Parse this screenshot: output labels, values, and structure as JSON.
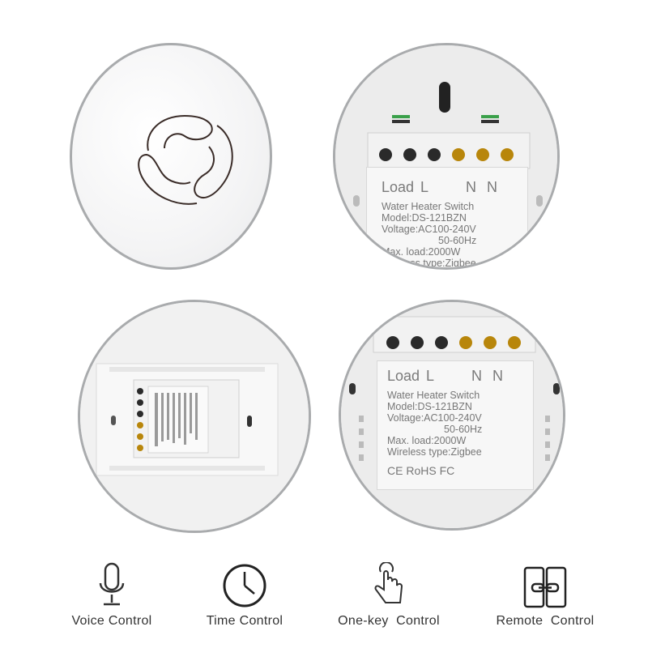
{
  "label": {
    "load": "Load",
    "l": "L",
    "n1": "N",
    "n2": "N",
    "line1": "Water Heater Switch",
    "line2": "Model:DS-121BZN",
    "line3": "Voltage:AC100-240V",
    "line4": "50-60Hz",
    "line5": "Max. load:2000W",
    "line6": "Wireless type:Zigbee",
    "certs": "CE RoHS FC"
  },
  "features": [
    {
      "label": "Voice Control",
      "icon": "microphone-icon"
    },
    {
      "label": "Time Control",
      "icon": "clock-icon"
    },
    {
      "label": "One-key  Control",
      "icon": "finger-tap-icon"
    },
    {
      "label": "Remote  Control",
      "icon": "remote-link-icon"
    }
  ]
}
